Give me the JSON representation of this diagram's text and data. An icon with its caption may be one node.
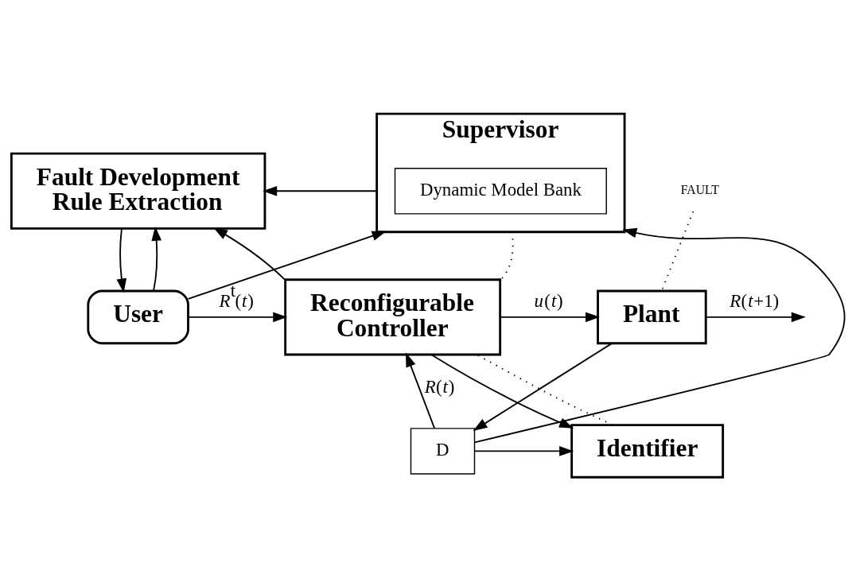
{
  "diagram": {
    "nodes": [
      {
        "text": [
          "Fault Development Rule Extraction"
        ]
      },
      {
        "text": [
          "Supervisor"
        ]
      },
      {
        "text": [
          "Dynamic Model Bank"
        ],
        "in": 1
      },
      {
        "text": [
          "User"
        ]
      },
      {
        "text": [
          "Reconfigurable Controller"
        ]
      },
      {
        "text": [
          "Plant"
        ]
      },
      {
        "text": [
          "Identifier"
        ]
      },
      {
        "text": [
          "D"
        ]
      },
      {
        "text": [
          "FAULT"
        ]
      }
    ],
    "edges": [
      {
        "from": 0,
        "to": 3,
        "arrow": "to"
      },
      {
        "from": 1,
        "to": 0,
        "arrow": "to"
      },
      {
        "from": 3,
        "to": 4,
        "arrow": "to",
        "label": "*R*$^{t}$(*t*)"
      },
      {
        "from": 3,
        "to": 0,
        "arrow": "to"
      },
      {
        "from": 3,
        "to": 1,
        "arrow": "to"
      },
      {
        "from": 4,
        "to": 5,
        "arrow": "to",
        "label": "*u*(*t*)"
      },
      {
        "from": 4,
        "to": 0,
        "arrow": "to"
      },
      {
        "from": 7,
        "to": 1,
        "arrow": "to"
      },
      {
        "from": 4,
        "to": 6,
        "arrow": "to"
      },
      {
        "from": 5,
        "to": null,
        "arrow": "to",
        "label": "*R*(*t*+1)"
      },
      {
        "from": 5,
        "to": 7,
        "arrow": "to"
      },
      {
        "from": 7,
        "to": 4,
        "arrow": "to",
        "label": "*R*(*t*)"
      },
      {
        "from": 7,
        "to": 6,
        "arrow": "to"
      },
      {
        "from": 1,
        "to": 4,
        "arrow": "none",
        "style": "dashed"
      },
      {
        "from": 6,
        "to": 4,
        "arrow": "none",
        "style": "dashed"
      },
      {
        "from": 8,
        "to": 5,
        "arrow": "none",
        "style": "dashed"
      }
    ]
  }
}
